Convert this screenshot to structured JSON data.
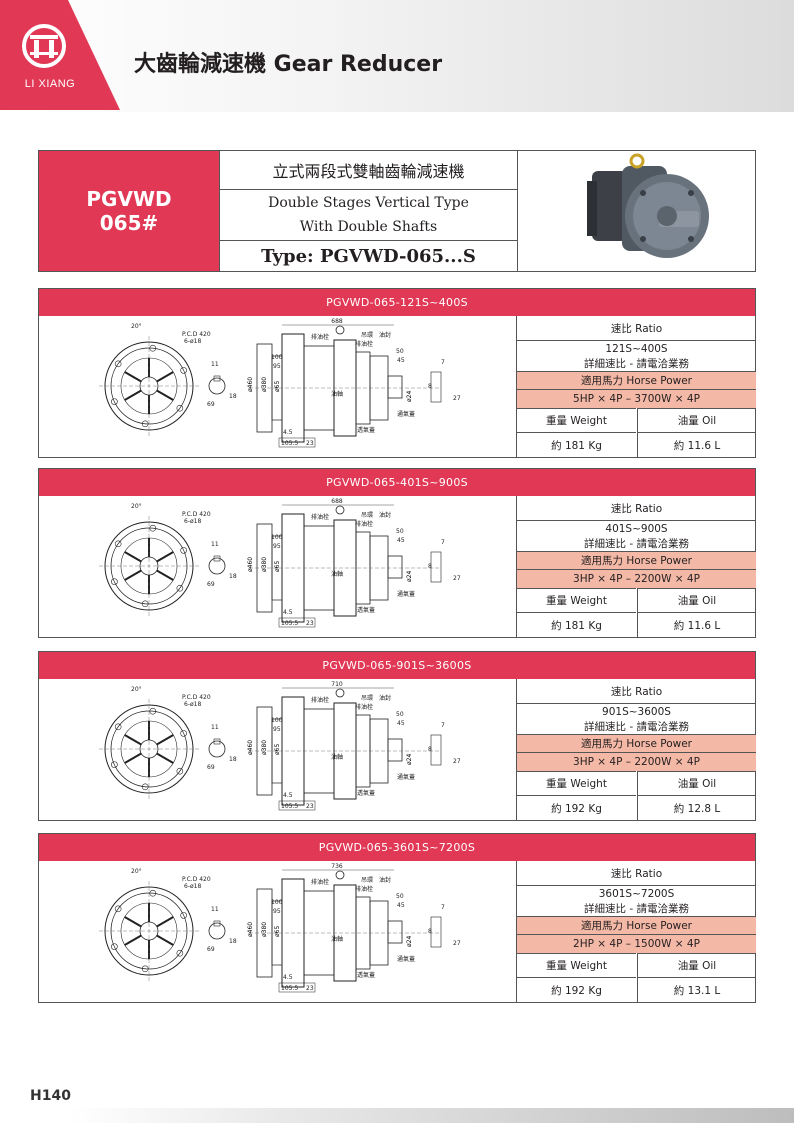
{
  "brand": {
    "name": "LI XIANG",
    "logo_color": "#e03855"
  },
  "page_title": "大齒輪減速機 Gear Reducer",
  "product": {
    "model_line1": "PGVWD",
    "model_line2": "065#",
    "desc_zh": "立式兩段式雙軸齒輪減速機",
    "desc_en_line1": "Double Stages Vertical Type",
    "desc_en_line2": "With Double Shafts",
    "type": "Type: PGVWD-065...S"
  },
  "labels": {
    "ratio": "速比 Ratio",
    "detail": "詳細速比 - 請電洽業務",
    "hp": "適用馬力 Horse Power",
    "weight": "重量 Weight",
    "oil": "油量 Oil"
  },
  "drawing_labels": {
    "angle": "20°",
    "pcd": "P.C.D 420",
    "holes": "6-ø18",
    "d11": "11",
    "d69": "69",
    "d18": "18",
    "d100": "100",
    "d95": "95",
    "d460": "ø460",
    "d380": "ø380",
    "d65": "ø65",
    "d50": "50",
    "d45": "45",
    "d24": "ø24",
    "d8": "8",
    "d7": "7",
    "d27": "27",
    "d45b": "4.5",
    "d1055": "105.5",
    "d23": "23",
    "fill": "排油栓",
    "lift": "吊環",
    "oilplug": "排油栓",
    "oil": "油軸",
    "vent": "通氣蓋",
    "oilseal": "油封",
    "cover": "透氣蓋"
  },
  "blocks": [
    {
      "title": "PGVWD-065-121S~400S",
      "length": "688",
      "range": "121S~400S",
      "hp_value": "5HP × 4P – 3700W × 4P",
      "weight": "約 181 Kg",
      "oil": "約 11.6 L"
    },
    {
      "title": "PGVWD-065-401S~900S",
      "length": "688",
      "range": "401S~900S",
      "hp_value": "3HP × 4P – 2200W × 4P",
      "weight": "約 181 Kg",
      "oil": "約 11.6 L"
    },
    {
      "title": "PGVWD-065-901S~3600S",
      "length": "710",
      "range": "901S~3600S",
      "hp_value": "3HP × 4P – 2200W × 4P",
      "weight": "約 192 Kg",
      "oil": "約 12.8 L"
    },
    {
      "title": "PGVWD-065-3601S~7200S",
      "length": "736",
      "range": "3601S~7200S",
      "hp_value": "2HP × 4P – 1500W × 4P",
      "weight": "約 192 Kg",
      "oil": "約 13.1 L"
    }
  ],
  "page_number": "H140"
}
